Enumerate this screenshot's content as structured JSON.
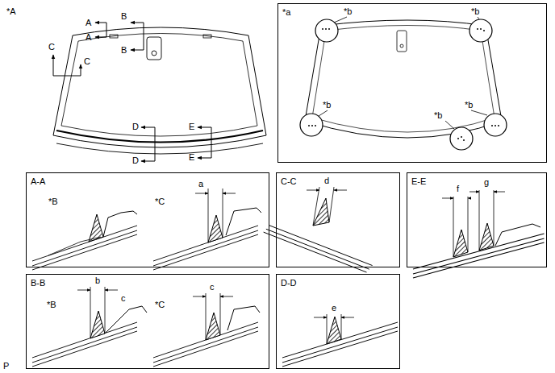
{
  "diagram": {
    "nodes": [
      {
        "text": [
          "*a"
        ]
      },
      {
        "text": [
          "A-A"
        ]
      },
      {
        "text": [
          "C-C"
        ]
      },
      {
        "text": [
          "E-E"
        ]
      },
      {
        "text": [
          "B-B"
        ]
      },
      {
        "text": [
          "D-D"
        ]
      }
    ],
    "labels": [
      "*A",
      "A",
      "B",
      "A",
      "B",
      "C",
      "C",
      "D",
      "E",
      "D",
      "E",
      "*b",
      "*b",
      "*b",
      "*b",
      "*b",
      "*B",
      "*C",
      "a",
      "d",
      "f",
      "g",
      "b",
      "*B",
      "c",
      "*C",
      "c",
      "e",
      "P"
    ]
  }
}
